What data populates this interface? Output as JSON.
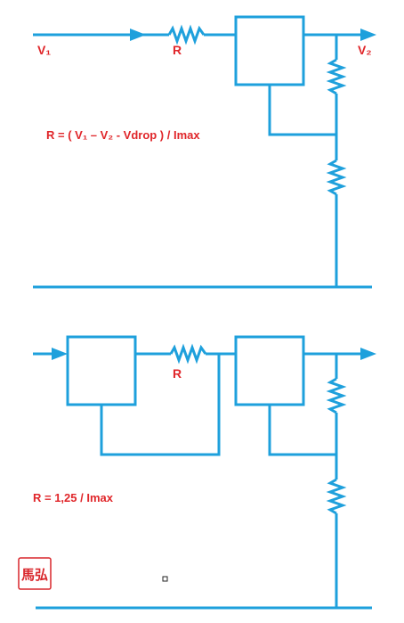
{
  "colors": {
    "wire": "#1ea0dc",
    "label": "#e0262a",
    "seal": "#d9262b"
  },
  "top": {
    "input_label": "V₁",
    "output_label": "V₂",
    "resistor_label": "R",
    "formula": "R = ( V₁ – V₂ - Vdrop ) /  Imax"
  },
  "bottom": {
    "resistor_label": "R",
    "formula": "R = 1,25 / Imax"
  },
  "seal": {
    "icon": "seal-stamp-icon",
    "text": "馬弘"
  },
  "marker": {
    "icon": "small-square-icon"
  }
}
